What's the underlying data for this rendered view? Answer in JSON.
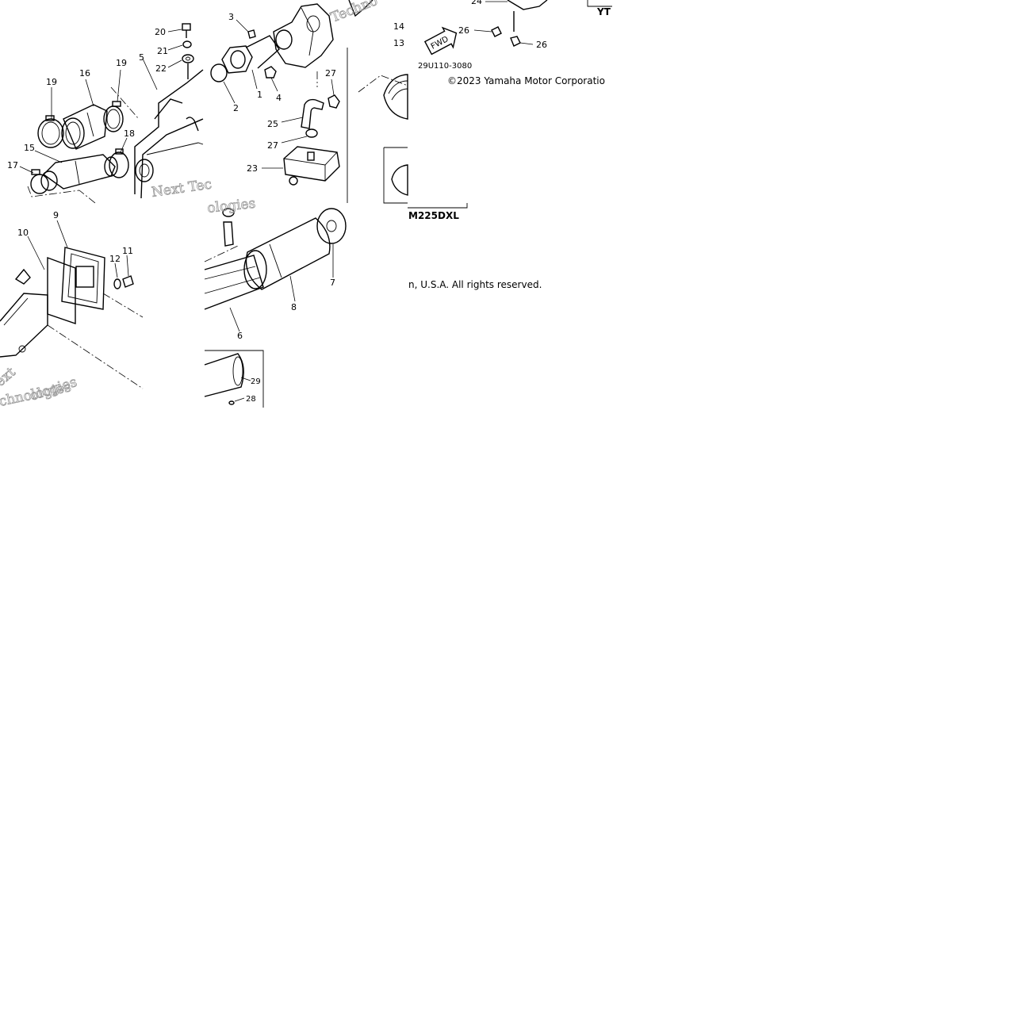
{
  "callouts": {
    "c1": "1",
    "c2": "2",
    "c3": "3",
    "c4": "4",
    "c5": "5",
    "c6": "6",
    "c7": "7",
    "c8": "8",
    "c9": "9",
    "c10": "10",
    "c11": "11",
    "c12": "12",
    "c13": "13",
    "c14": "14",
    "c15": "15",
    "c16": "16",
    "c17": "17",
    "c18": "18",
    "c19a": "19",
    "c19b": "19",
    "c20": "20",
    "c21": "21",
    "c22": "22",
    "c23": "23",
    "c24": "24",
    "c25": "25",
    "c26a": "26",
    "c26b": "26",
    "c27a": "27",
    "c27b": "27",
    "c28": "28",
    "c29": "29"
  },
  "fwd_label": "FWD",
  "diagram_code": "29U110-3080",
  "model_code": "M225DXL",
  "model_fragment": "YT",
  "copyright_line1": "©2023 Yamaha Motor Corporatio",
  "copyright_line2": "n, U.S.A. All rights reserved.",
  "watermarks": {
    "w1": "Techno",
    "w2": "Next Tec",
    "w3": "ologies",
    "w4": "ext",
    "w5": "chnologies",
    "w6": "ologies"
  }
}
